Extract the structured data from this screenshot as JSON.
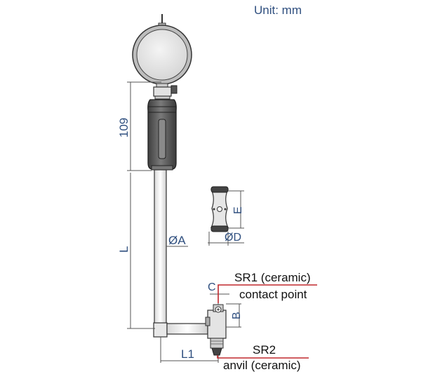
{
  "unit_label": "Unit: mm",
  "dimensions": {
    "height_109": "109",
    "length": "L",
    "rod_diameter": "ØA",
    "offset_l1": "L1",
    "head_e": "E",
    "head_d": "ØD",
    "c": "C",
    "b": "B"
  },
  "callouts": {
    "sr1_line1": "SR1 (ceramic)",
    "sr1_line2": "contact point",
    "sr2_line1": "SR2",
    "sr2_line2": "anvil (ceramic)"
  },
  "colors": {
    "dimension_text": "#2f4f7f",
    "leader_red": "#c0282d",
    "outline": "#333333",
    "handle_dark": "#555555",
    "dial_face": "#e6e6e6"
  }
}
